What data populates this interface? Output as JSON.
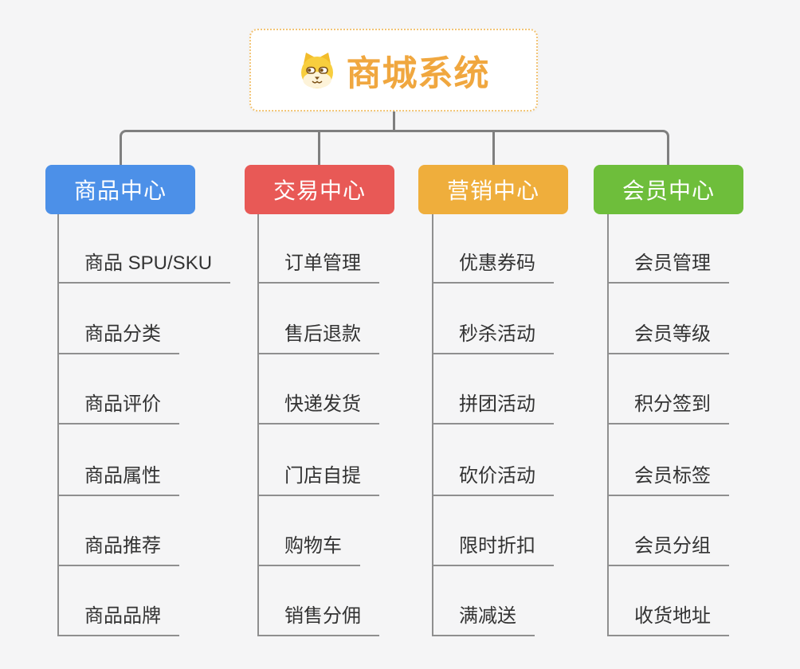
{
  "root": {
    "title": "商城系统",
    "icon": "shiba-dog-icon",
    "accent_color": "#F0A73F",
    "border_color": "#F2C476"
  },
  "branches": [
    {
      "label": "商品中心",
      "color": "#4C90E8",
      "items": [
        "商品 SPU/SKU",
        "商品分类",
        "商品评价",
        "商品属性",
        "商品推荐",
        "商品品牌"
      ]
    },
    {
      "label": "交易中心",
      "color": "#E85956",
      "items": [
        "订单管理",
        "售后退款",
        "快递发货",
        "门店自提",
        "购物车",
        "销售分佣"
      ]
    },
    {
      "label": "营销中心",
      "color": "#EFAE3C",
      "items": [
        "优惠券码",
        "秒杀活动",
        "拼团活动",
        "砍价活动",
        "限时折扣",
        "满减送"
      ]
    },
    {
      "label": "会员中心",
      "color": "#6EBE3B",
      "items": [
        "会员管理",
        "会员等级",
        "积分签到",
        "会员标签",
        "会员分组",
        "收货地址"
      ]
    }
  ],
  "colors": {
    "background": "#F5F5F6",
    "connector": "#7F7F7F",
    "leaf_line": "#8F8F8F",
    "leaf_text": "#333333"
  }
}
